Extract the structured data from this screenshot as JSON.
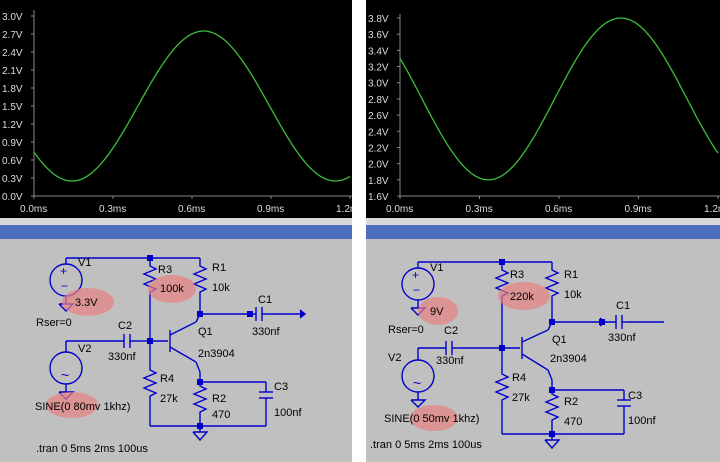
{
  "left": {
    "plot": {
      "y_ticks": [
        "3.0V",
        "2.7V",
        "2.4V",
        "2.1V",
        "1.8V",
        "1.5V",
        "1.2V",
        "0.9V",
        "0.6V",
        "0.3V",
        "0.0V"
      ],
      "x_ticks": [
        "0.0ms",
        "0.3ms",
        "0.6ms",
        "0.9ms",
        "1.2m"
      ],
      "trace_color": "#3dbd3d",
      "trace": {
        "offset": 1.5,
        "amplitude": 1.25,
        "freq_khz": 1.0,
        "phase_deg": -142,
        "ymin": 0.0,
        "ymax": 3.0,
        "tmax_ms": 1.2
      }
    },
    "schematic": {
      "v1": "V1",
      "v1_value": "3.3V",
      "rser": "Rser=0",
      "v2": "V2",
      "v2_value": "SINE(0 80mv 1khz)",
      "r3": "R3",
      "r3_value": "100k",
      "r1": "R1",
      "r1_value": "10k",
      "c1": "C1",
      "c1_value": "330nf",
      "c2": "C2",
      "c2_value": "330nf",
      "q1": "Q1",
      "q1_model": "2n3904",
      "r4": "R4",
      "r4_value": "27k",
      "r2": "R2",
      "r2_value": "470",
      "c3": "C3",
      "c3_value": "100nf",
      "tran": ".tran 0 5ms 2ms 100us"
    }
  },
  "right": {
    "plot": {
      "y_ticks": [
        "3.8V",
        "3.6V",
        "3.4V",
        "3.2V",
        "3.0V",
        "2.8V",
        "2.6V",
        "2.4V",
        "2.2V",
        "2.0V",
        "1.8V",
        "1.6V"
      ],
      "x_ticks": [
        "0.0ms",
        "0.3ms",
        "0.6ms",
        "0.9ms",
        "1.2m"
      ],
      "trace_color": "#3dbd3d",
      "trace": {
        "offset": 2.8,
        "amplitude": 1.0,
        "freq_khz": 1.0,
        "phase_deg": -210,
        "ymin": 1.6,
        "ymax": 3.8,
        "tmax_ms": 1.2
      }
    },
    "schematic": {
      "v1": "V1",
      "v1_value": "9V",
      "rser": "Rser=0",
      "v2": "V2",
      "v2_value": "SINE(0 50mv 1khz)",
      "r3": "R3",
      "r3_value": "220k",
      "r1": "R1",
      "r1_value": "10k",
      "c1": "C1",
      "c1_value": "330nf",
      "c2": "C2",
      "c2_value": "330nf",
      "q1": "Q1",
      "q1_model": "2n3904",
      "r4": "R4",
      "r4_value": "27k",
      "r2": "R2",
      "r2_value": "470",
      "c3": "C3",
      "c3_value": "100nf",
      "tran": ".tran 0 5ms 2ms 100us"
    }
  }
}
